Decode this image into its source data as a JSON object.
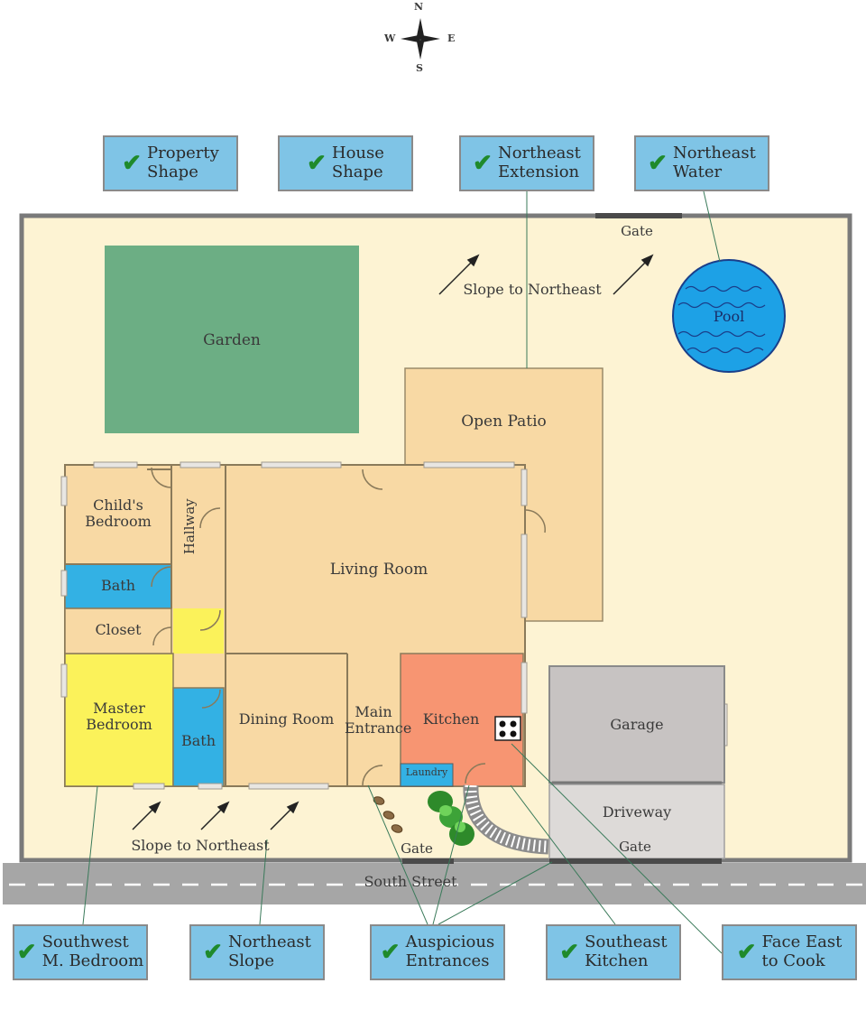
{
  "compass": {
    "n": "N",
    "e": "E",
    "s": "S",
    "w": "W"
  },
  "areas": {
    "garden": "Garden",
    "open_patio": "Open Patio",
    "pool": "Pool",
    "childs_bedroom": [
      "Child's",
      "Bedroom"
    ],
    "hallway": "Hallway",
    "living_room": "Living Room",
    "bath_upper": "Bath",
    "closet": "Closet",
    "master_bedroom": [
      "Master",
      "Bedroom"
    ],
    "bath_lower": "Bath",
    "dining_room": "Dining Room",
    "main_entrance": [
      "Main",
      "Entrance"
    ],
    "kitchen": "Kitchen",
    "laundry": "Laundry",
    "garage": "Garage",
    "driveway": "Driveway"
  },
  "notes": {
    "gate_top": "Gate",
    "slope_top": "Slope to Northeast",
    "slope_bottom": "Slope to Northeast",
    "gate_bottom_left": "Gate",
    "gate_bottom_right": "Gate",
    "street": "South Street"
  },
  "tags_top": [
    {
      "line1": "Property",
      "line2": "Shape"
    },
    {
      "line1": "House",
      "line2": "Shape"
    },
    {
      "line1": "Northeast",
      "line2": "Extension"
    },
    {
      "line1": "Northeast",
      "line2": "Water"
    }
  ],
  "tags_bottom": [
    {
      "line1": "Southwest",
      "line2": "M. Bedroom"
    },
    {
      "line1": "Northeast",
      "line2": "Slope"
    },
    {
      "line1": "Auspicious",
      "line2": "Entrances"
    },
    {
      "line1": "Southeast",
      "line2": "Kitchen"
    },
    {
      "line1": "Face East",
      "line2": "to Cook"
    }
  ],
  "check_glyph": "✔",
  "colors": {
    "lot": "#fdf3d3",
    "room": "#f8d9a4",
    "garden": "#6cae84",
    "bath": "#33b1e4",
    "master": "#fbf25a",
    "kitchen": "#f79572",
    "garage": "#c7c3c2",
    "driveway": "#dddad8",
    "pool": "#1da1e6",
    "street": "#a6a6a6",
    "tag": "#7fc4e6"
  }
}
